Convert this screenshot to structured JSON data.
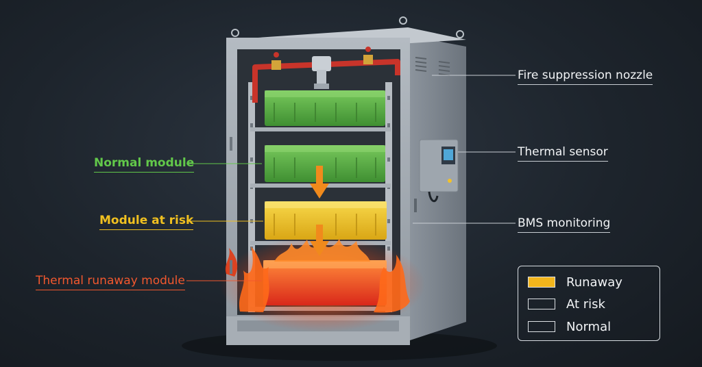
{
  "labels": {
    "fire_suppression_nozzle": "Fire suppression nozzle",
    "thermal_sensor": "Thermal sensor",
    "bms_monitoring": "BMS monitoring",
    "normal_module": "Normal module",
    "module_at_risk": "Module at risk",
    "thermal_runaway_module": "Thermal runaway module"
  },
  "legend": {
    "items": [
      {
        "label": "Runaway",
        "color": "#f2b51c"
      },
      {
        "label": "At risk",
        "color": ""
      },
      {
        "label": "Normal",
        "color": ""
      }
    ]
  },
  "colors": {
    "normal": "#5db544",
    "at_risk": "#efc424",
    "runaway": "#f24c1e",
    "cabinet": "#9aa2ab",
    "pipe": "#c8342a"
  }
}
